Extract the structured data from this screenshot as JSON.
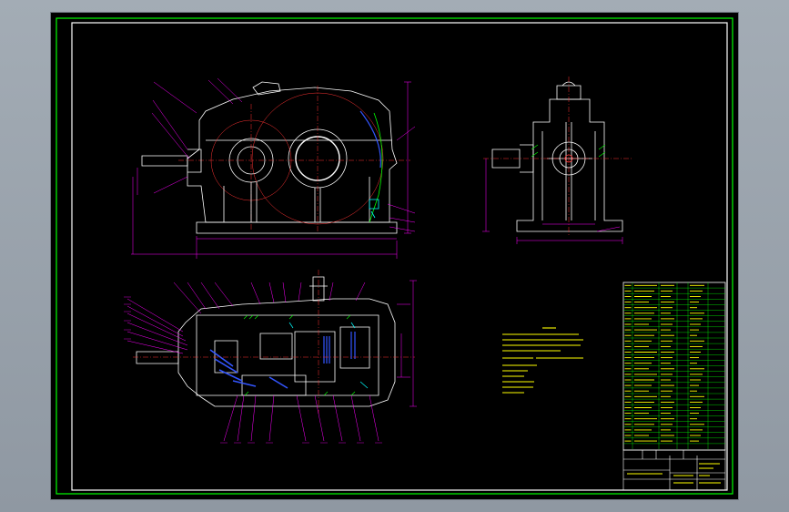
{
  "colors": {
    "background": "#000000",
    "frame_outer": "#ffffff",
    "frame_green": "#00ff00",
    "outline": "#ffffff",
    "dimension": "#ff00ff",
    "center_line": "#ff3333",
    "hatch": "#00ffff",
    "blue": "#3355ff",
    "text": "#ffff00",
    "bom_grid": "#00ff00"
  },
  "icons": [
    "front-view",
    "side-view",
    "plan-view",
    "technical-notes",
    "parts-list",
    "title-block"
  ]
}
